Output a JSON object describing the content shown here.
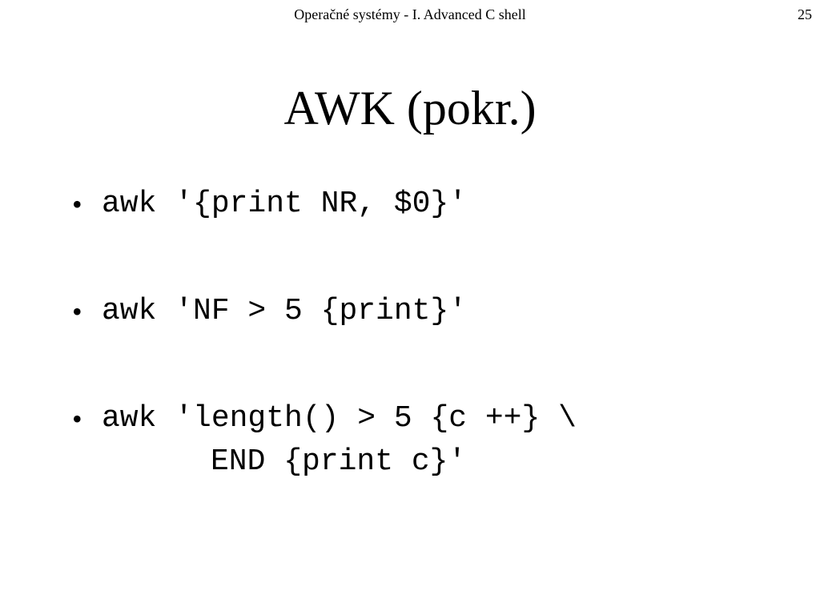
{
  "header": {
    "title": "Operačné systémy - I. Advanced C shell",
    "page_number": "25"
  },
  "slide": {
    "title": "AWK (pokr.)",
    "bullets": [
      {
        "bullet": "•",
        "lines": [
          "awk '{print NR, $0}'"
        ]
      },
      {
        "bullet": "•",
        "lines": [
          "awk 'NF > 5 {print}'"
        ]
      },
      {
        "bullet": "•",
        "lines": [
          "awk 'length() > 5 {c ++} \\",
          "END {print c}'"
        ]
      }
    ]
  }
}
